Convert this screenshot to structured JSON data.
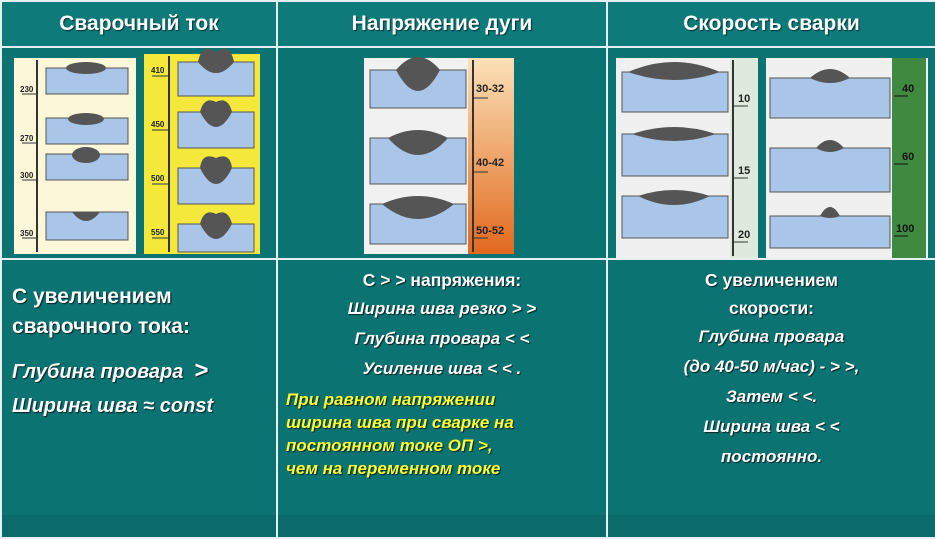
{
  "headers": [
    "Сварочный ток",
    "Напряжение дуги",
    "Скорость сварки"
  ],
  "panel1": {
    "scale_a": [
      "230",
      "270",
      "300",
      "350"
    ],
    "scale_b": [
      "410",
      "450",
      "500",
      "550"
    ]
  },
  "panel2": {
    "scale": [
      "30-32",
      "40-42",
      "50-52"
    ]
  },
  "panel3": {
    "scale_a": [
      "10",
      "15",
      "20"
    ],
    "scale_b": [
      "40",
      "60",
      "100"
    ]
  },
  "col1": {
    "line1": "С увеличением",
    "line2": "сварочного тока:",
    "line3": "Глубина провара",
    "line3_sym": ">",
    "line4": "Ширина шва ≈ const"
  },
  "col2": {
    "head": "С > > напряжения:",
    "l1": "Ширина шва резко > >",
    "l2": "Глубина провара < <",
    "l3": "Усиление шва < < .",
    "y1": "При равном напряжении",
    "y2": "ширина шва при сварке на",
    "y3": "постоянном токе ОП >,",
    "y4": "чем на переменном токе"
  },
  "col3": {
    "h1": "С увеличением",
    "h2": "скорости:",
    "l1": "Глубина провара",
    "l2": "(до 40-50 м/час) - > >,",
    "l3": "Затем < <.",
    "l4": "Ширина шва  < <",
    "l5": "постоянно."
  },
  "colors": {
    "bg": "#0c7373",
    "plate": "#a9c6e8",
    "bead": "#555555",
    "yellow_text": "#ffff33"
  }
}
